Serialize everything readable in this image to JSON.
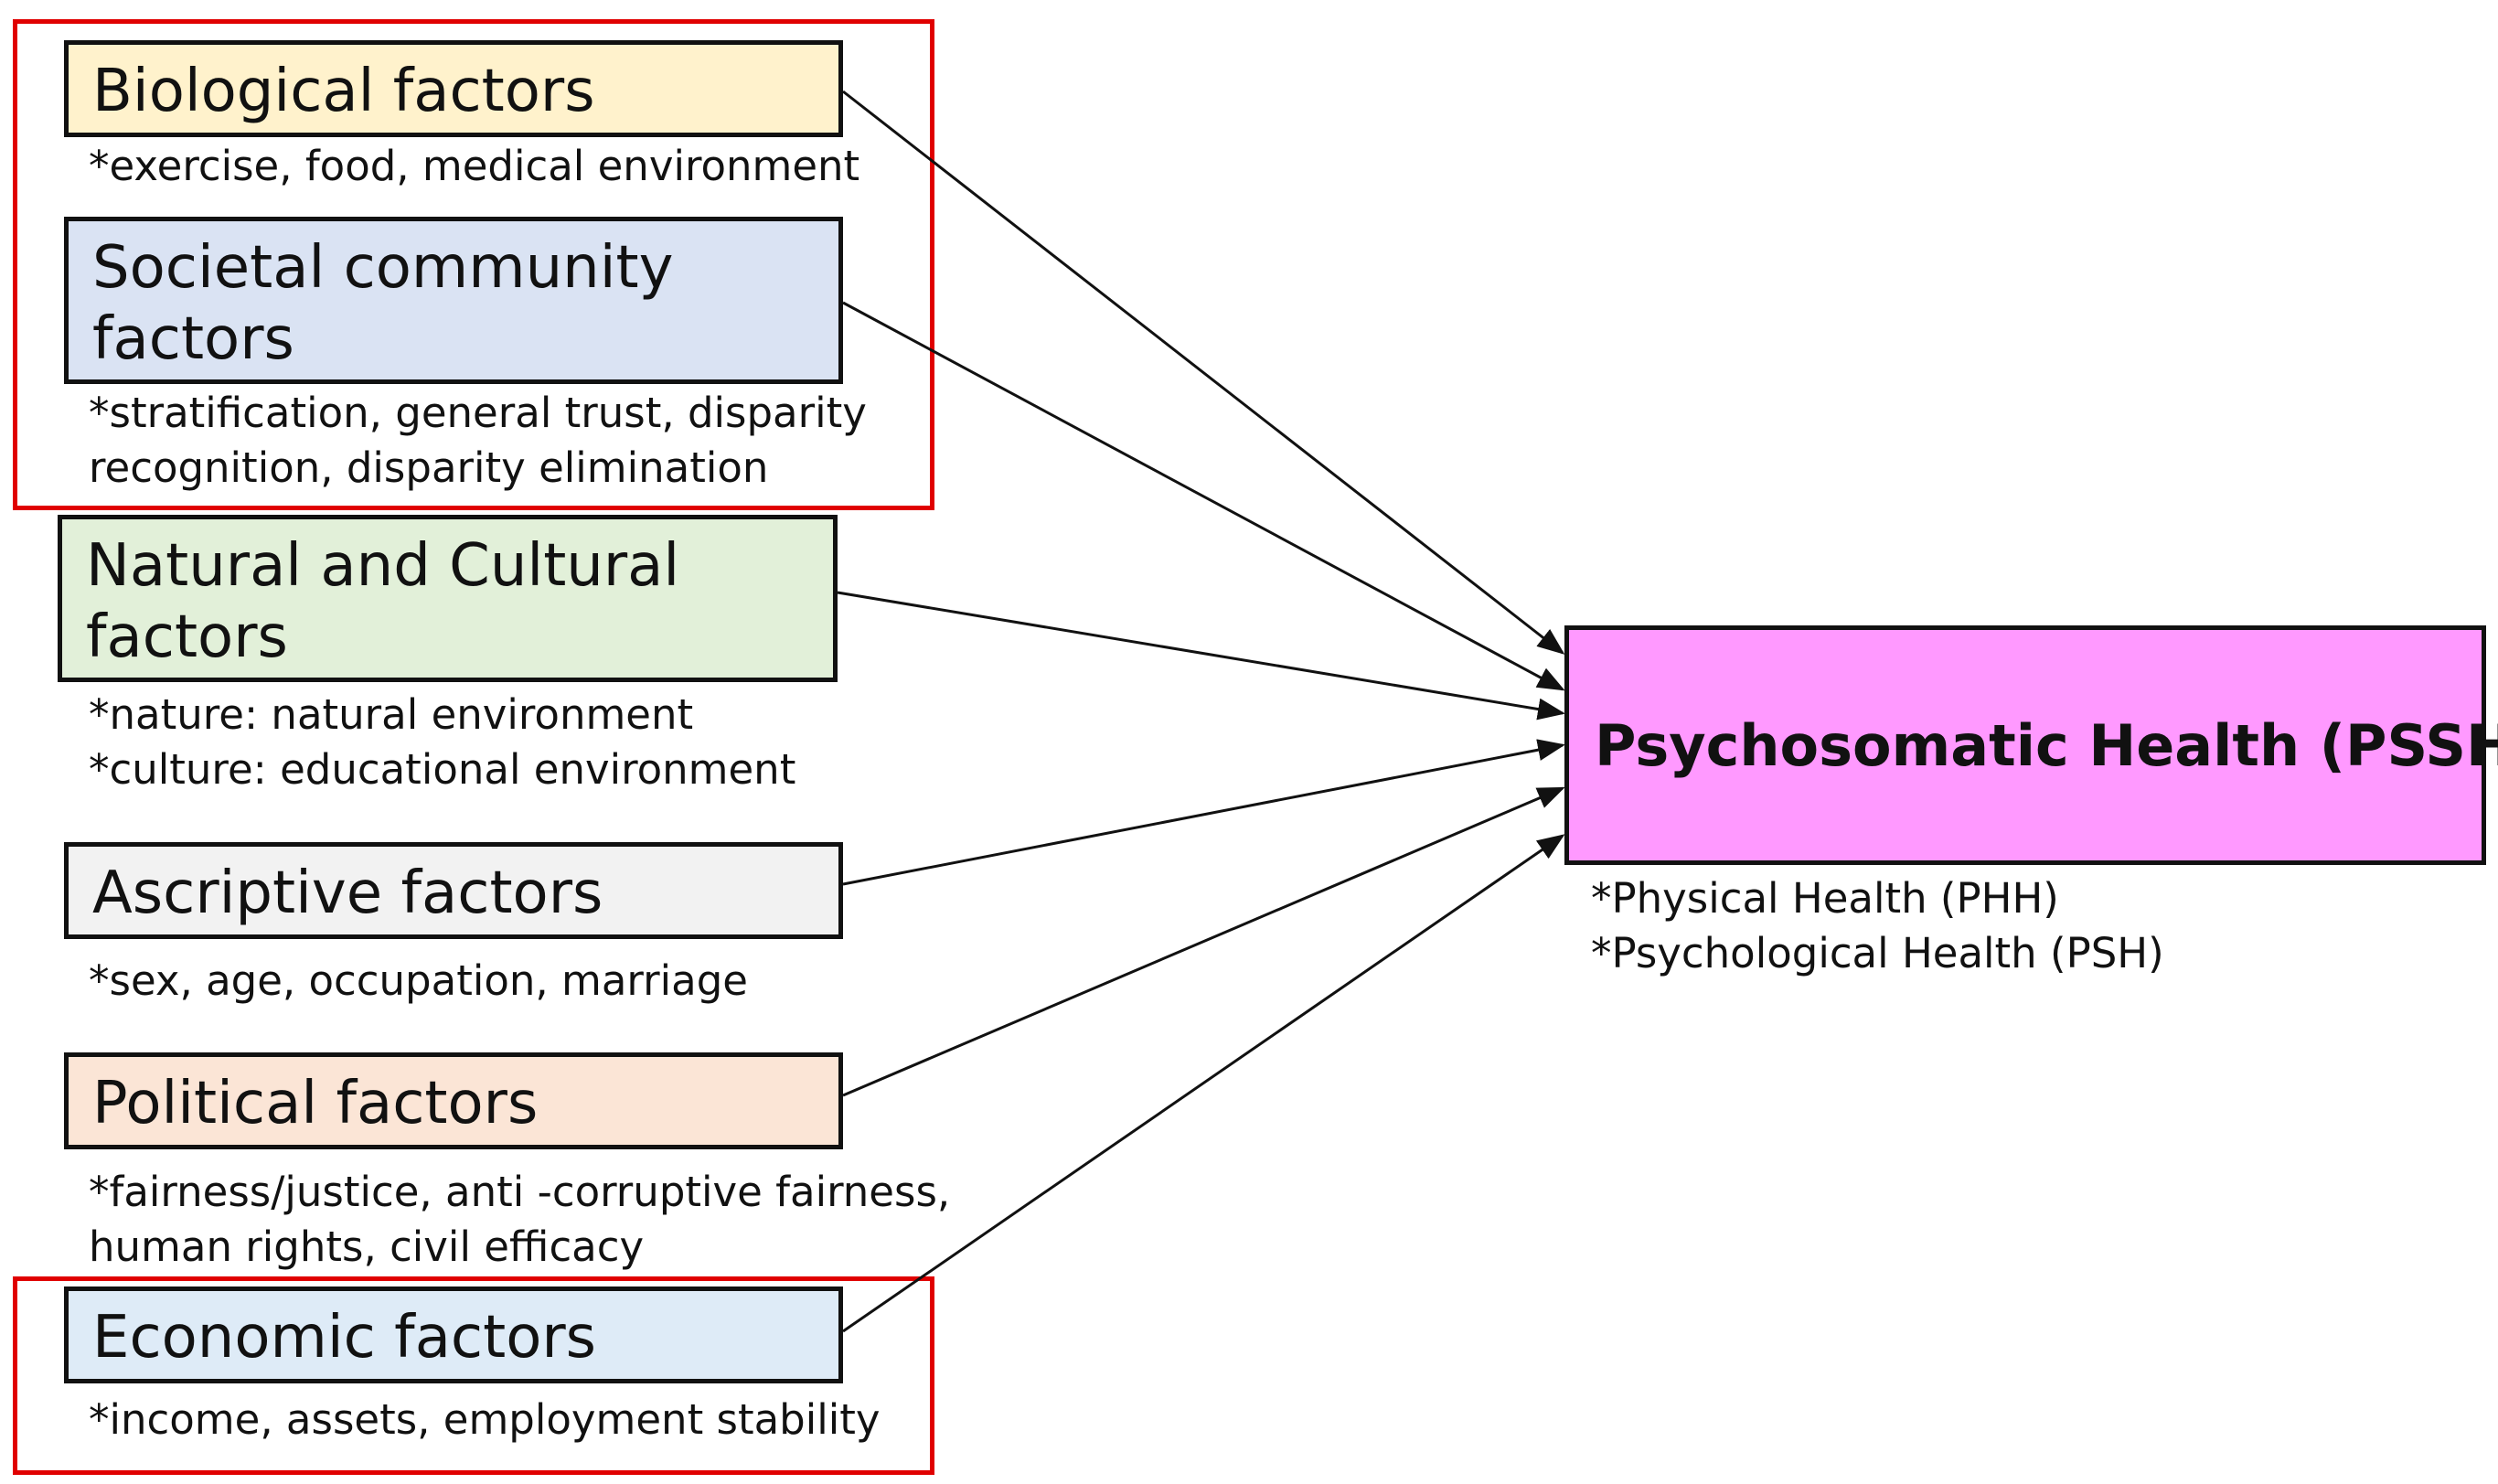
{
  "factors": [
    {
      "id": "biological",
      "lines": [
        "Biological factors"
      ],
      "notes": [
        "*exercise, food, medical environment"
      ],
      "fill": "#fff2cc"
    },
    {
      "id": "societal",
      "lines": [
        "Societal community",
        "factors"
      ],
      "notes": [
        "*stratification, general trust, disparity",
        "recognition, disparity elimination"
      ],
      "fill": "#dae3f3"
    },
    {
      "id": "natural-cultural",
      "lines": [
        "Natural and Cultural",
        "factors"
      ],
      "notes": [
        "*nature: natural environment",
        "*culture: educational environment"
      ],
      "fill": "#e2f0d9"
    },
    {
      "id": "ascriptive",
      "lines": [
        "Ascriptive factors"
      ],
      "notes": [
        "*sex, age, occupation, marriage"
      ],
      "fill": "#f2f2f2"
    },
    {
      "id": "political",
      "lines": [
        "Political factors"
      ],
      "notes": [
        "*fairness/justice, anti -corruptive fairness,",
        "human rights, civil efficacy"
      ],
      "fill": "#fbe5d6"
    },
    {
      "id": "economic",
      "lines": [
        "Economic factors"
      ],
      "notes": [
        "*income, assets, employment stability"
      ],
      "fill": "#deebf7"
    }
  ],
  "target": {
    "label": "Psychosomatic Health (PSSH)",
    "notes": [
      "*Physical Health (PHH)",
      "*Psychological Health (PSH)"
    ],
    "fill": "#ff99ff"
  },
  "colors": {
    "highlight": "#e00000",
    "stroke": "#111111"
  }
}
